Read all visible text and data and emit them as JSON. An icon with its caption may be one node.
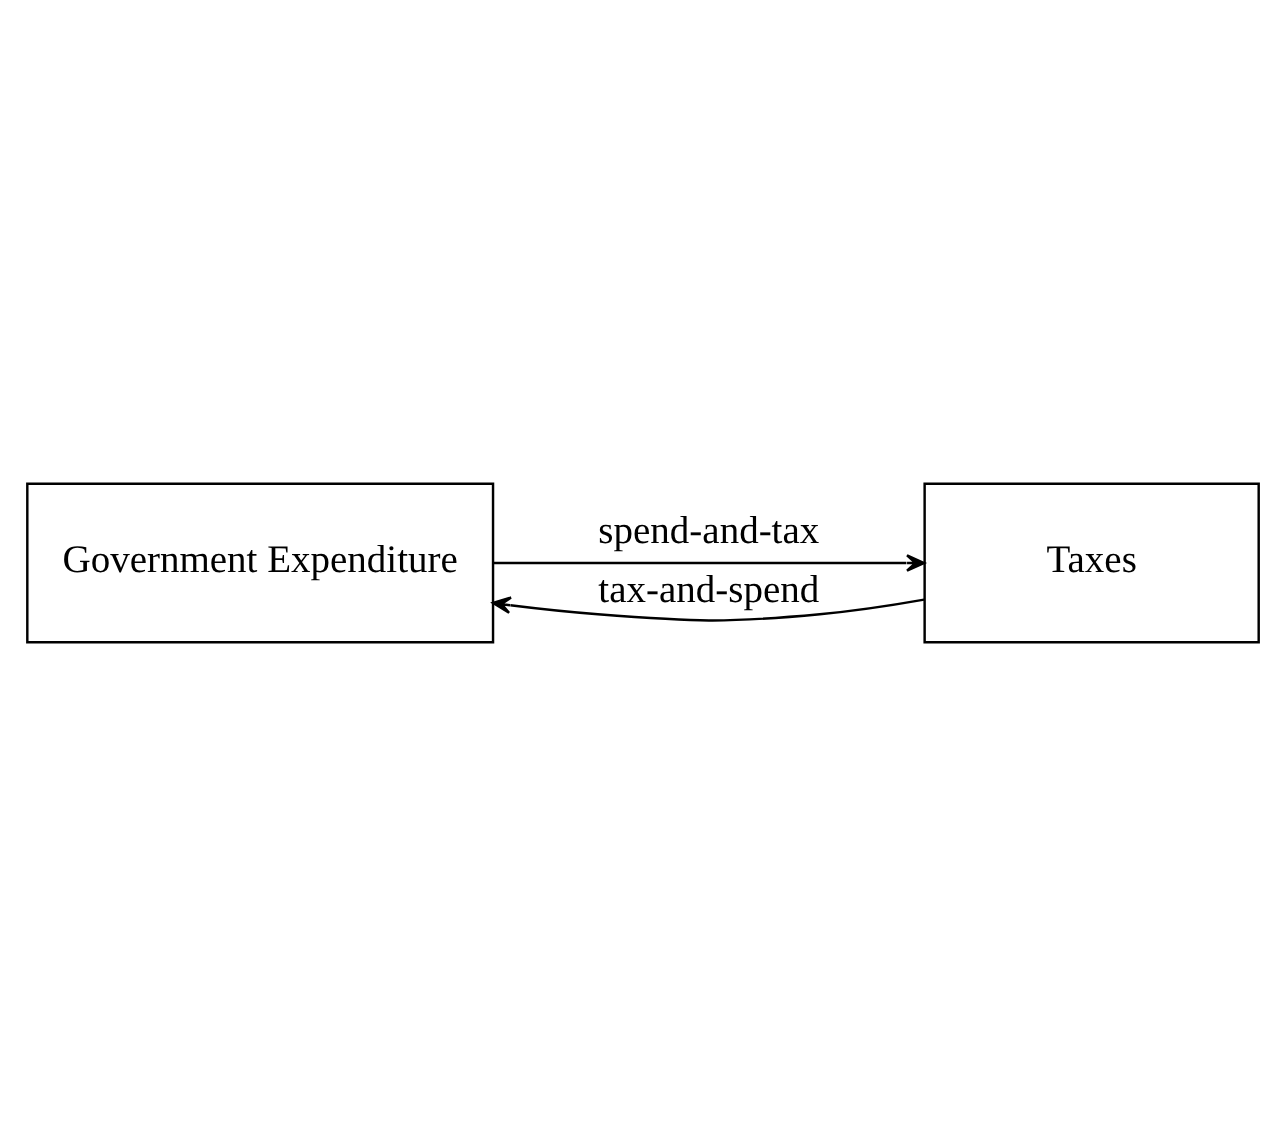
{
  "diagram": {
    "nodes": [
      {
        "text": [
          "Government Expenditure"
        ]
      },
      {
        "text": [
          "Taxes"
        ]
      }
    ],
    "edges": [
      {
        "from": 0,
        "to": 1,
        "arrow": "to",
        "label": "spend-and-tax"
      },
      {
        "from": 1,
        "to": 0,
        "arrow": "to",
        "label": "tax-and-spend"
      }
    ]
  }
}
